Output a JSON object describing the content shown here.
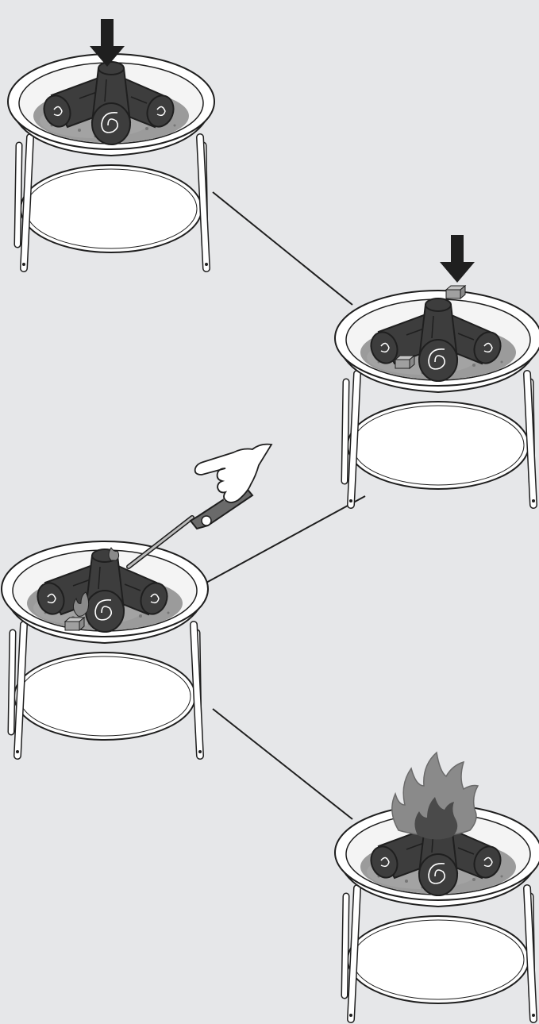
{
  "title": "",
  "steps": [
    {
      "name": "place-logs",
      "icon": "down-arrow-icon",
      "contents": [
        "logs"
      ]
    },
    {
      "name": "add-fire-starters",
      "icon": "down-arrow-icon",
      "contents": [
        "logs",
        "fire-starter-cubes"
      ]
    },
    {
      "name": "light-with-lighter",
      "icon": "lighter-icon",
      "contents": [
        "logs",
        "fire-starter-cubes",
        "small-flames"
      ]
    },
    {
      "name": "fire-burning",
      "icon": "flame-icon",
      "contents": [
        "logs",
        "large-flames"
      ]
    }
  ],
  "colors": {
    "background": "#e6e7e9",
    "outline": "#1f1f1f",
    "log_fill": "#3d3d3d",
    "gravel": "#9b9b9b",
    "flame_light": "#8a8a8a",
    "flame_dark": "#4a4a4a",
    "bowl_fill": "#ffffff"
  }
}
